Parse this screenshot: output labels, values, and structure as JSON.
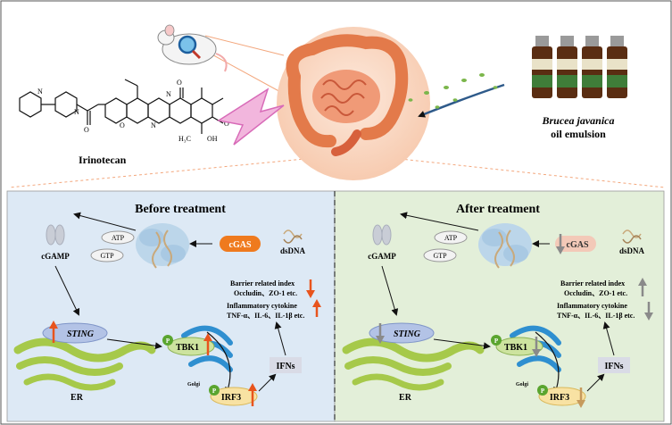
{
  "top": {
    "drug_name": "Irinotecan",
    "emulsion_line1": "Brucea javanica",
    "emulsion_line2": "oil emulsion",
    "chem_labels": {
      "o1": "O",
      "o2": "O",
      "o3": "O",
      "o4": "O",
      "oh": "OH",
      "n1": "N",
      "n2": "N",
      "n3": "N",
      "n4": "N",
      "me": "H₃C"
    }
  },
  "panels": [
    {
      "title": "Before treatment",
      "cgas": "cGAS",
      "dsdna": "dsDNA",
      "cgamp": "cGAMP",
      "atp": "ATP",
      "gtp": "GTP",
      "sting": "STING",
      "er": "ER",
      "tbk1": "TBK1",
      "golgi": "Golgi",
      "irf3": "IRF3",
      "ifns": "IFNs",
      "p": "P",
      "barrier_title": "Barrier related index",
      "barrier_items": "Occludin、ZO-1 etc.",
      "inflam_title": "Inflammatory cytokine",
      "inflam_items": "TNF-α、IL-6、IL-1β etc."
    },
    {
      "title": "After treatment",
      "cgas": "cGAS",
      "dsdna": "dsDNA",
      "cgamp": "cGAMP",
      "atp": "ATP",
      "gtp": "GTP",
      "sting": "STING",
      "er": "ER",
      "tbk1": "TBK1",
      "golgi": "Golgi",
      "irf3": "IRF3",
      "ifns": "IFNs",
      "p": "P",
      "barrier_title": "Barrier related index",
      "barrier_items": "Occludin、ZO-1 etc.",
      "inflam_title": "Inflammatory cytokine",
      "inflam_items": "TNF-α、IL-6、IL-1β etc."
    }
  ],
  "colors": {
    "before_bg": "#dde9f5",
    "after_bg": "#e3efd9",
    "cgas_before": "#ef7a1e",
    "cgas_after": "#f3c9b8",
    "up_arrow": "#e8541d",
    "down_arrow": "#8a8a8a",
    "sting": "#b3c3e6",
    "er": "#a6c94a",
    "golgi": "#2f8fd0",
    "p_badge": "#5aa52f",
    "irf3": "#f8e2a3",
    "ifns": "#d9dbe6",
    "intestine_circle": "#fbdcc6",
    "lightning": "#e98fc7"
  },
  "icons": [
    "mouse-icon",
    "magnifier-icon",
    "intestine-icon",
    "bottle-icon",
    "lightning-icon",
    "dna-icon",
    "cgas-protein-icon",
    "up-arrow-icon",
    "down-arrow-icon"
  ]
}
